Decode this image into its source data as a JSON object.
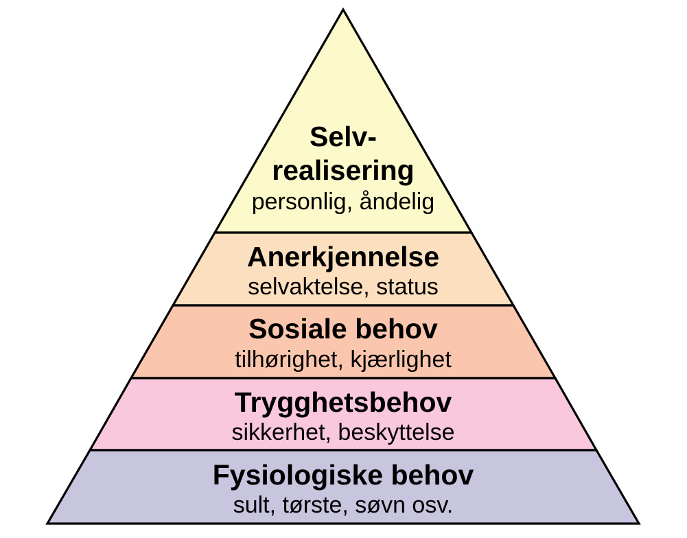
{
  "diagram": {
    "type": "pyramid",
    "background_color": "#FFFFFF",
    "outline_color": "#000000",
    "text_color": "#000000",
    "levels": [
      {
        "id": "selvrealisering",
        "rank": 1,
        "title_line1": "Selv-",
        "title_line2": "realisering",
        "subtitle": "personlig, åndelig",
        "color": "#FCF9CA"
      },
      {
        "id": "anerkjennelse",
        "rank": 2,
        "title": "Anerkjennelse",
        "subtitle": "selvaktelse, status",
        "color": "#FCDFBE"
      },
      {
        "id": "sosiale-behov",
        "rank": 3,
        "title": "Sosiale behov",
        "subtitle": "tilhørighet, kjærlighet",
        "color": "#FBC6AE"
      },
      {
        "id": "trygghetsbehov",
        "rank": 4,
        "title": "Trygghetsbehov",
        "subtitle": "sikkerhet, beskyttelse",
        "color": "#F9C8DD"
      },
      {
        "id": "fysiologiske-behov",
        "rank": 5,
        "title": "Fysiologiske behov",
        "subtitle": "sult, tørste, søvn osv.",
        "color": "#C8C5DF"
      }
    ]
  }
}
